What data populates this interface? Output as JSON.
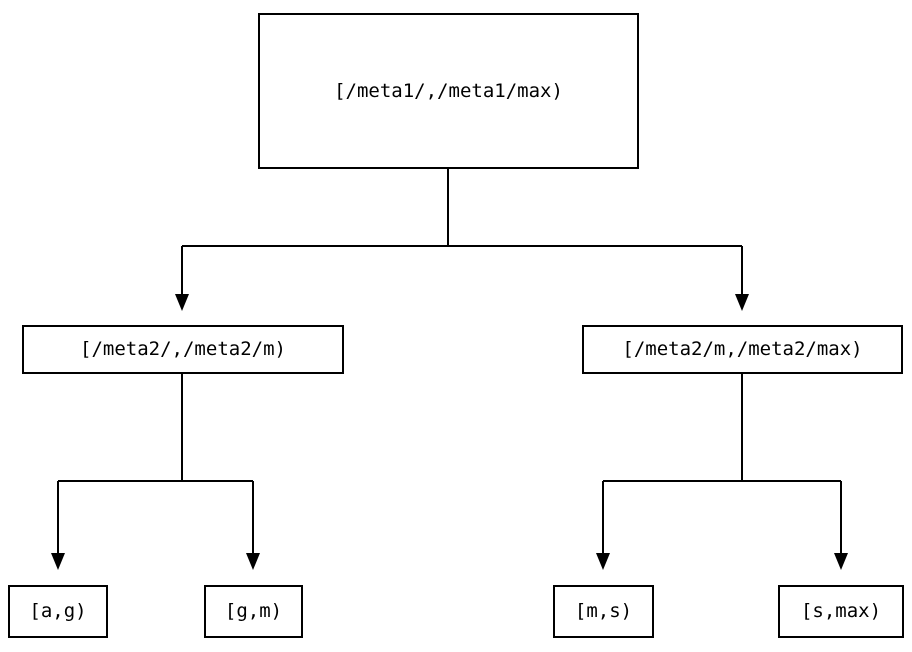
{
  "diagram": {
    "type": "tree",
    "background_color": "#ffffff",
    "line_color": "#000000",
    "text_color": "#000000",
    "nodes": {
      "root": {
        "label": "[/meta1/,/meta1/max)"
      },
      "mid_left": {
        "label": "[/meta2/,/meta2/m)"
      },
      "mid_right": {
        "label": "[/meta2/m,/meta2/max)"
      },
      "leaf_ag": {
        "label": "[a,g)"
      },
      "leaf_gm": {
        "label": "[g,m)"
      },
      "leaf_ms": {
        "label": "[m,s)"
      },
      "leaf_smax": {
        "label": "[s,max)"
      }
    },
    "edges": [
      {
        "from": "root",
        "to": "mid_left"
      },
      {
        "from": "root",
        "to": "mid_right"
      },
      {
        "from": "mid_left",
        "to": "leaf_ag"
      },
      {
        "from": "mid_left",
        "to": "leaf_gm"
      },
      {
        "from": "mid_right",
        "to": "leaf_ms"
      },
      {
        "from": "mid_right",
        "to": "leaf_smax"
      }
    ]
  }
}
